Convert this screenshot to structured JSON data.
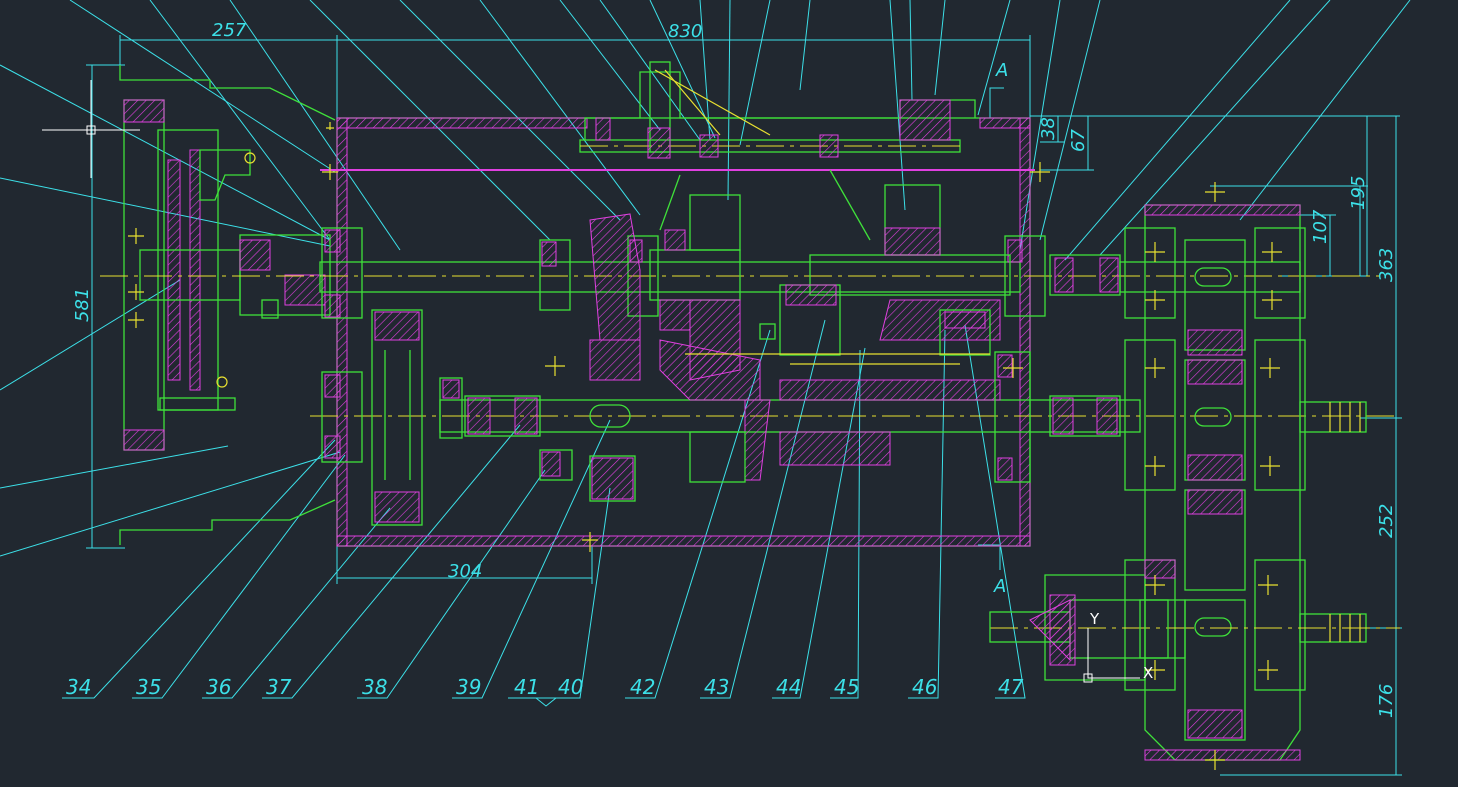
{
  "drawing": {
    "dimensions": {
      "d257": "257",
      "d830": "830",
      "d581": "581",
      "d304": "304",
      "d38": "38",
      "d67": "67",
      "d195": "195",
      "d107": "107",
      "d363": "363",
      "d252": "252",
      "d176": "176"
    },
    "section_marks": {
      "top": "A",
      "bottom": "A"
    },
    "ucs_labels": {
      "y": "Y",
      "x": "X"
    },
    "callouts": [
      "34",
      "35",
      "36",
      "37",
      "38",
      "39",
      "41",
      "40",
      "42",
      "43",
      "44",
      "45",
      "46",
      "47"
    ],
    "colors": {
      "background": "#212830",
      "dimension": "#3ce0e8",
      "outline": "#3fe03a",
      "hatch": "#e040e0",
      "centerline": "#e8e030"
    }
  }
}
